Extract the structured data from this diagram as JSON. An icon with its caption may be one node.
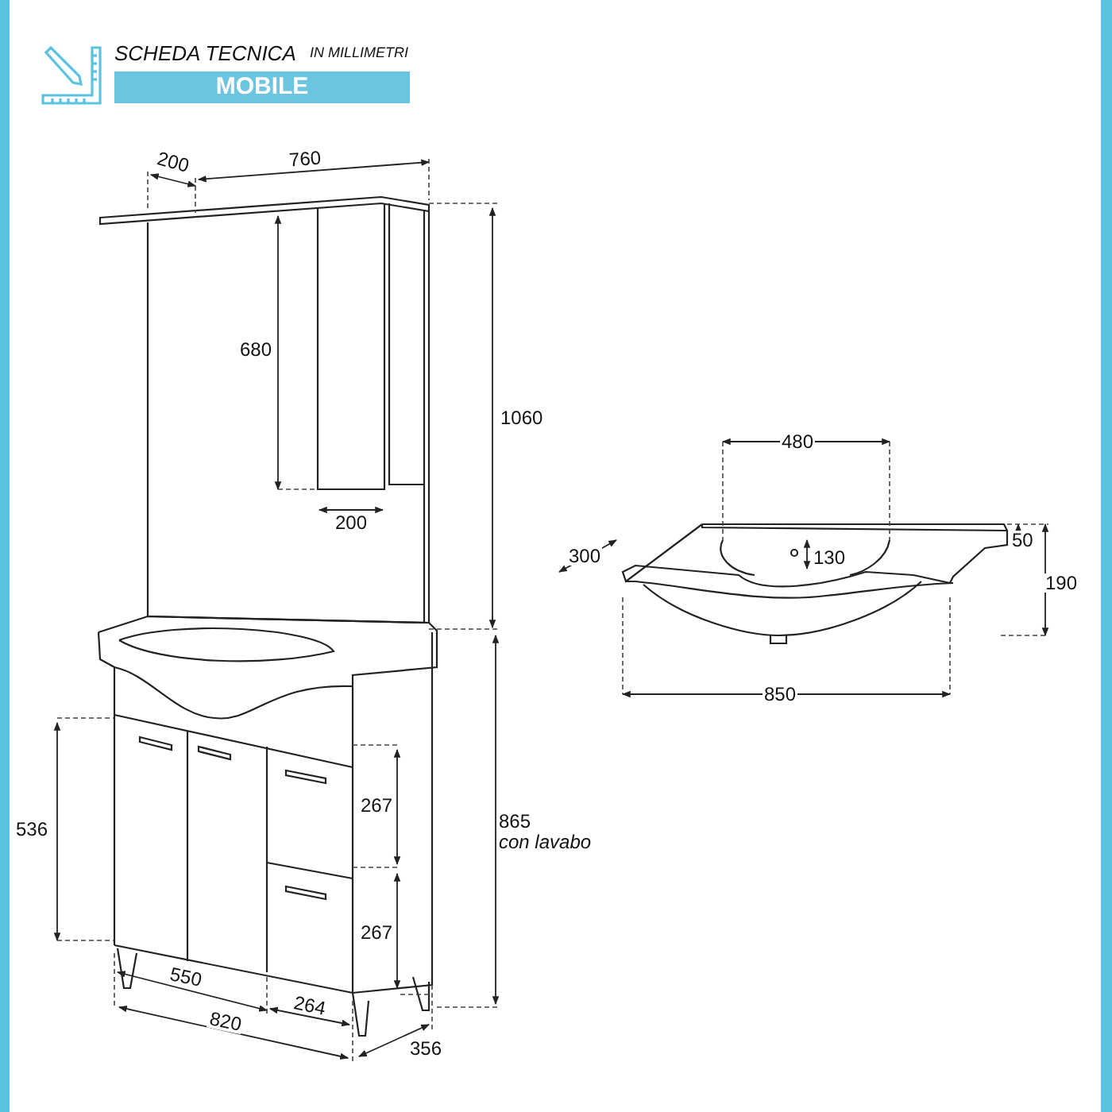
{
  "diagram": {
    "title": "SCHEDA TECNICA",
    "labels": [
      "IN MILLIMETRI",
      "MOBILE",
      "200",
      "760",
      "680",
      "1060",
      "480",
      "200",
      "300",
      "50",
      "130",
      "190",
      "850",
      "267",
      "865",
      "con lavabo",
      "536",
      "267",
      "550",
      "264",
      "820",
      "356"
    ]
  }
}
